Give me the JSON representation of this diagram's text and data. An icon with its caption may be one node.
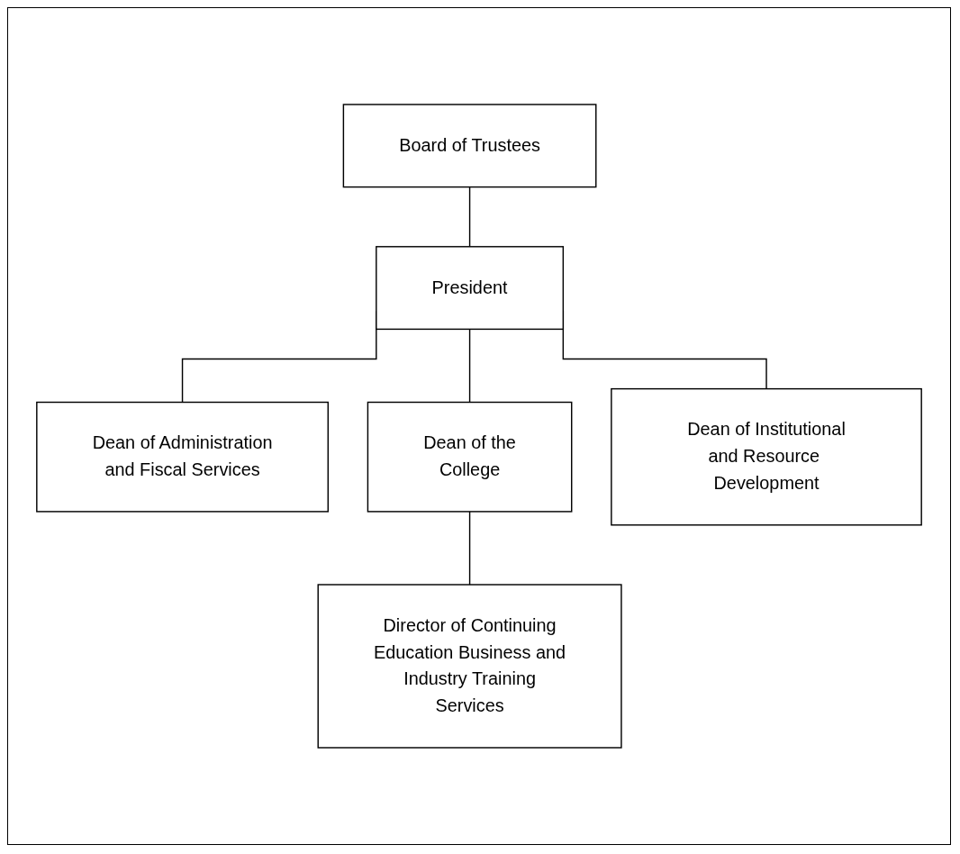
{
  "diagram": {
    "nodes": [
      {
        "text": [
          "Board of Trustees"
        ]
      },
      {
        "text": [
          "President"
        ]
      },
      {
        "text": [
          "Dean of Administration and Fiscal Services"
        ]
      },
      {
        "text": [
          "Dean of the College"
        ]
      },
      {
        "text": [
          "Dean of Institutional and Resource Development"
        ]
      },
      {
        "text": [
          "Director of Continuing Education Business and Industry Training Services"
        ]
      }
    ],
    "edges": [
      {
        "from": 0,
        "to": 1,
        "arrow": "none"
      },
      {
        "from": 1,
        "to": 2,
        "arrow": "none"
      },
      {
        "from": 1,
        "to": 3,
        "arrow": "none"
      },
      {
        "from": 1,
        "to": 4,
        "arrow": "none"
      },
      {
        "from": 3,
        "to": 5,
        "arrow": "none"
      }
    ]
  }
}
